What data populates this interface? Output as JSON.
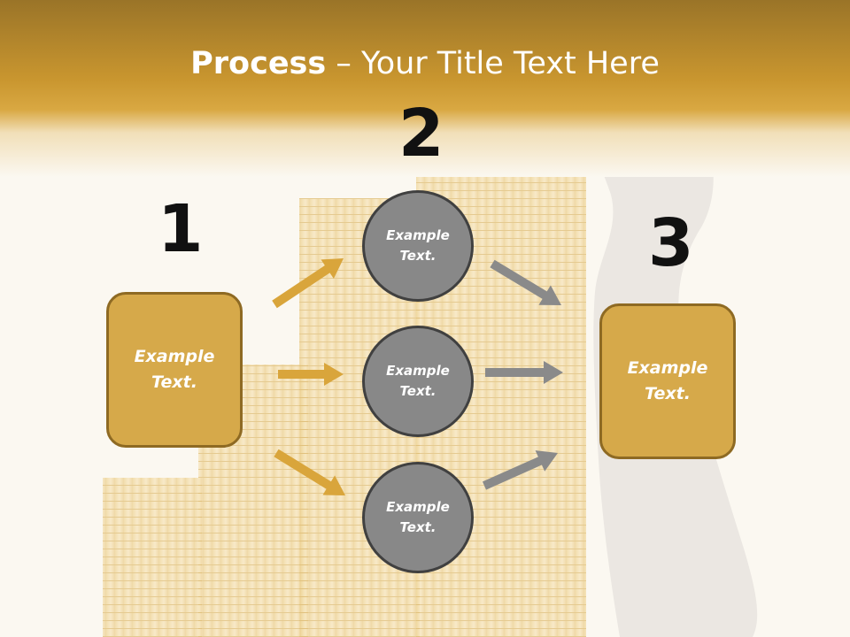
{
  "title": {
    "bold": "Process",
    "rest": " – Your Title Text Here"
  },
  "steps": [
    {
      "number": "1",
      "text": "Example Text."
    },
    {
      "number": "2",
      "nodes": [
        "Example Text.",
        "Example Text.",
        "Example Text."
      ]
    },
    {
      "number": "3",
      "text": "Example Text."
    }
  ],
  "colors": {
    "header": "#c8962e",
    "box_fill": "#d6a94a",
    "circle_fill": "#888888",
    "gold_arrow": "#d9a53b",
    "gray_arrow": "#8a8a8a"
  }
}
